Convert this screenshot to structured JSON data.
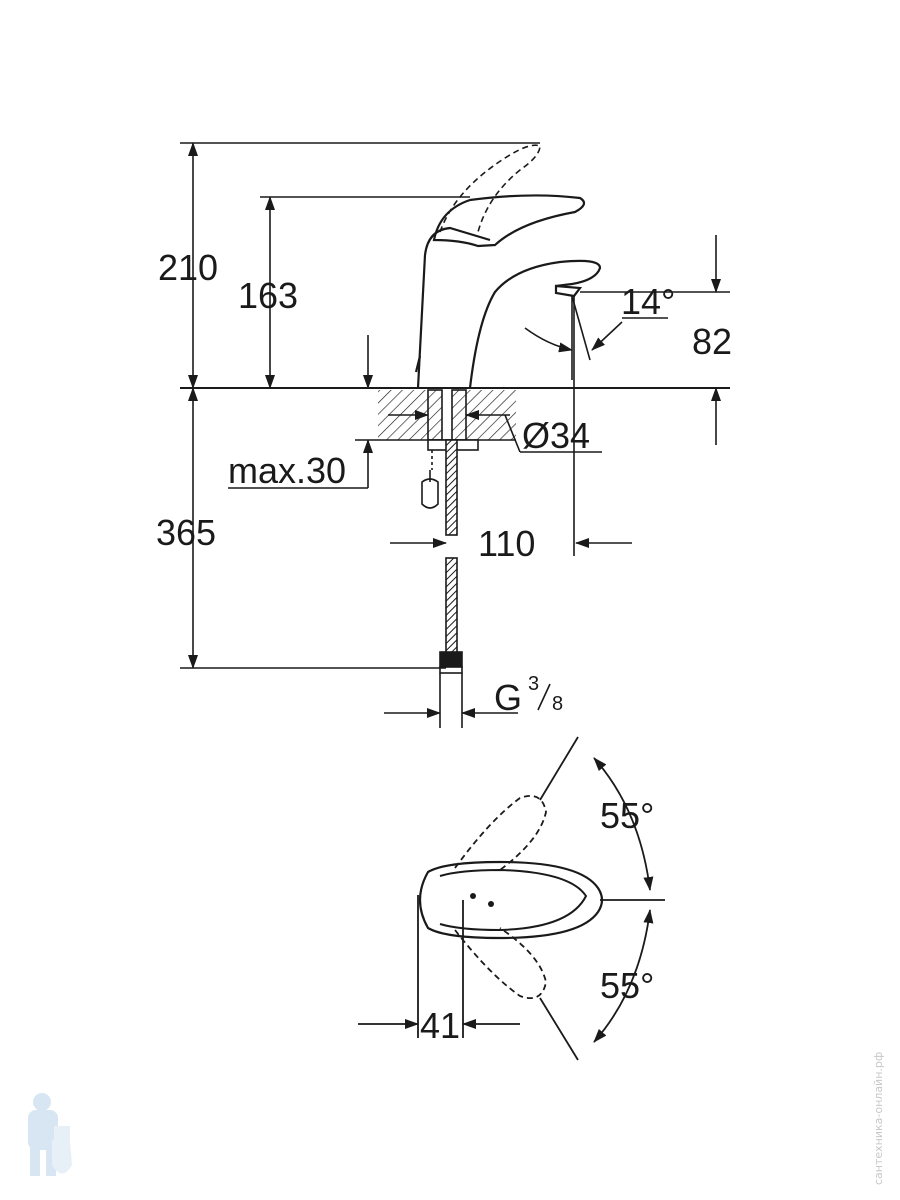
{
  "drawing": {
    "side_view": {
      "height_total": "210",
      "height_lever": "163",
      "spout_height": "82",
      "spout_angle": "14°",
      "below_deck": "365",
      "deck_max": "max.30",
      "hole_diameter": "Ø34",
      "reach": "110",
      "connection_main": "G",
      "connection_num": "3",
      "connection_den": "8"
    },
    "top_view": {
      "rotation_upper": "55°",
      "rotation_lower": "55°",
      "body_width": "41"
    }
  },
  "watermark": {
    "text": "сантехника-онлайн.рф",
    "mascot_icon": "plumber-mascot-icon"
  },
  "colors": {
    "line": "#1a1a1a",
    "background": "#ffffff",
    "watermark": "#b9d3ea"
  }
}
